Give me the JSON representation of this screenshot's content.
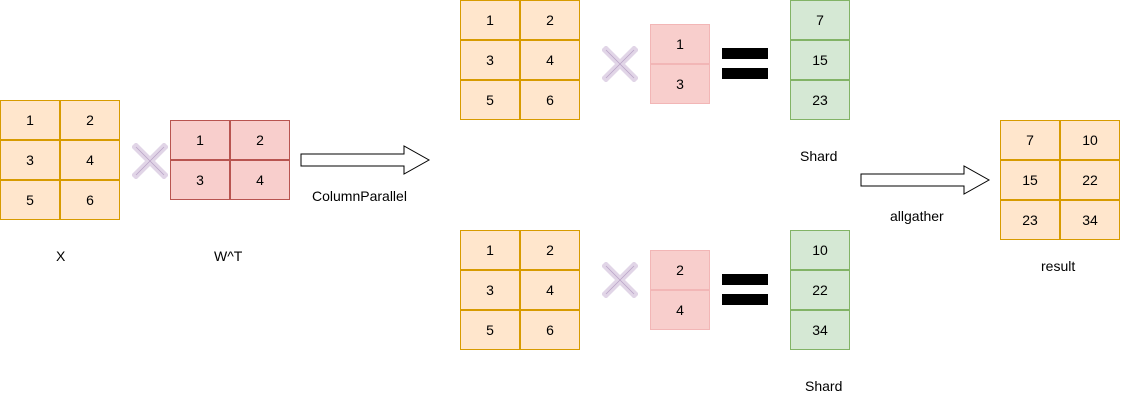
{
  "x_matrix": {
    "label": "X",
    "cells": [
      "1",
      "2",
      "3",
      "4",
      "5",
      "6"
    ]
  },
  "wt_matrix": {
    "label": "W^T",
    "cells": [
      "1",
      "2",
      "3",
      "4"
    ]
  },
  "column_parallel_label": "ColumnParallel",
  "top_branch": {
    "x_cells": [
      "1",
      "2",
      "3",
      "4",
      "5",
      "6"
    ],
    "w_col": [
      "1",
      "3"
    ],
    "shard_cells": [
      "7",
      "15",
      "23"
    ],
    "shard_label": "Shard"
  },
  "bottom_branch": {
    "x_cells": [
      "1",
      "2",
      "3",
      "4",
      "5",
      "6"
    ],
    "w_col": [
      "2",
      "4"
    ],
    "shard_cells": [
      "10",
      "22",
      "34"
    ],
    "shard_label": "Shard"
  },
  "allgather_label": "allgather",
  "result": {
    "label": "result",
    "cells": [
      "7",
      "10",
      "15",
      "22",
      "23",
      "34"
    ]
  },
  "icons": {
    "multiply": "multiply-icon",
    "equals": "equals-icon",
    "arrow": "arrow-right-icon"
  },
  "colors": {
    "orange_fill": "#ffe6cc",
    "red_fill": "#f8cecc",
    "green_fill": "#d5e8d4",
    "cross": "#e1d5e7"
  }
}
